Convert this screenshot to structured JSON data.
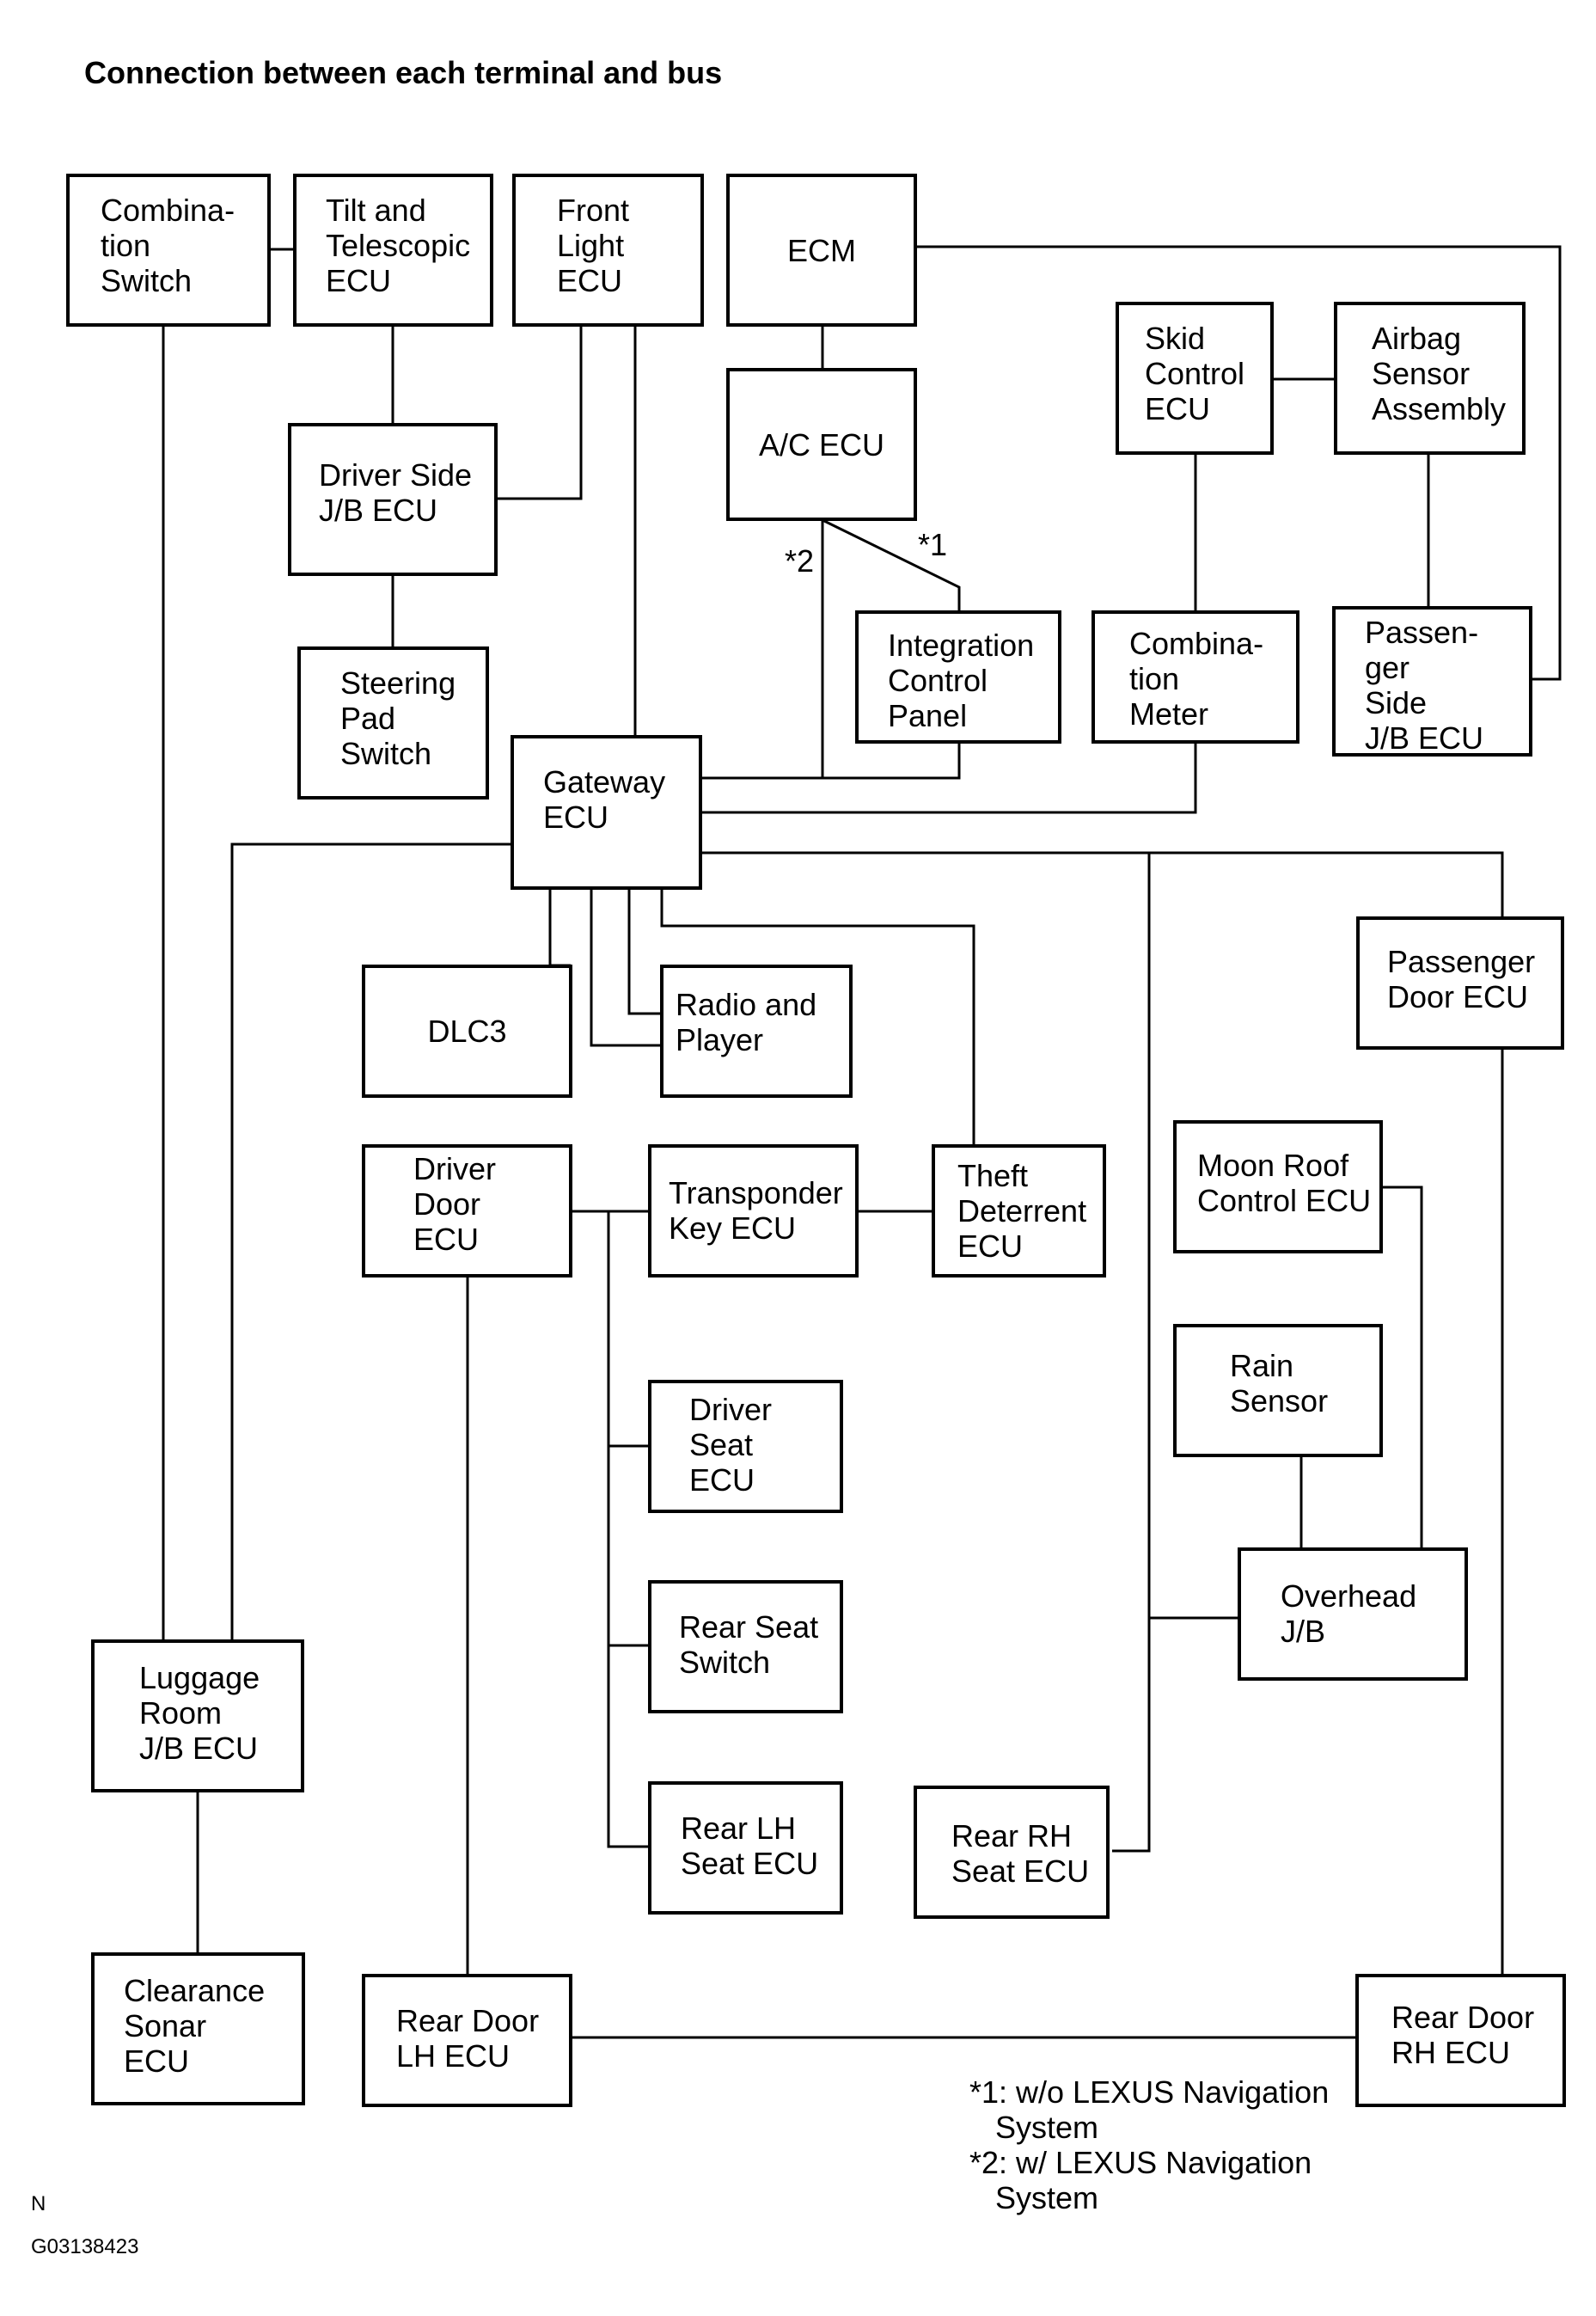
{
  "title": "Connection between each terminal and bus",
  "nodes": {
    "combination_switch": "Combina-\ntion\nSwitch",
    "tilt_telescopic_ecu": "Tilt and\nTelescopic\nECU",
    "front_light_ecu": "Front\nLight\nECU",
    "ecm": "ECM",
    "skid_control_ecu": "Skid\nControl\nECU",
    "airbag_sensor_assembly": "Airbag\nSensor\nAssembly",
    "ac_ecu": "A/C ECU",
    "driver_side_jb_ecu": "Driver Side\nJ/B ECU",
    "steering_pad_switch": "Steering\nPad\nSwitch",
    "integration_control_panel": "Integration\nControl\nPanel",
    "combination_meter": "Combina-\ntion\nMeter",
    "passenger_side_jb_ecu": "Passen-\nger\nSide\nJ/B ECU",
    "gateway_ecu": "Gateway\nECU",
    "dlc3": "DLC3",
    "radio_and_player": "Radio and\nPlayer",
    "passenger_door_ecu": "Passenger\nDoor ECU",
    "driver_door_ecu": "Driver\nDoor\nECU",
    "transponder_key_ecu": "Transponder\nKey ECU",
    "theft_deterrent_ecu": "Theft\nDeterrent\nECU",
    "moon_roof_control_ecu": "Moon Roof\nControl ECU",
    "rain_sensor": "Rain\nSensor",
    "driver_seat_ecu": "Driver\nSeat\nECU",
    "overhead_jb": "Overhead\nJ/B",
    "rear_seat_switch": "Rear Seat\nSwitch",
    "luggage_room_jb_ecu": "Luggage\nRoom\nJ/B ECU",
    "rear_lh_seat_ecu": "Rear LH\nSeat ECU",
    "rear_rh_seat_ecu": "Rear RH\nSeat ECU",
    "clearance_sonar_ecu": "Clearance\nSonar\nECU",
    "rear_door_lh_ecu": "Rear Door\nLH ECU",
    "rear_door_rh_ecu": "Rear Door\nRH ECU"
  },
  "branch_labels": {
    "star1": "*1",
    "star2": "*2"
  },
  "notes": {
    "note1": "*1: w/o LEXUS Navigation\n   System",
    "note2": "*2: w/ LEXUS Navigation\n   System"
  },
  "figure_code": "N",
  "figure_id": "G03138423"
}
